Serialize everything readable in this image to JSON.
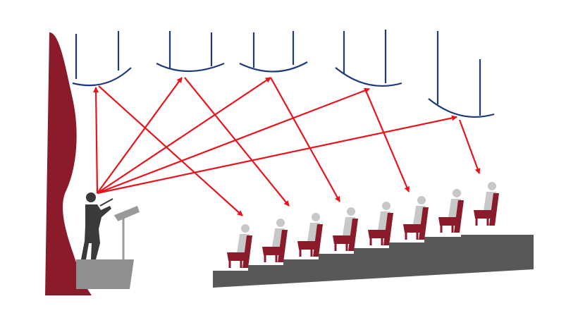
{
  "diagram": {
    "subject": "concert-hall-acoustic-reflections",
    "colors": {
      "background": "#ffffff",
      "curtain": "#8b1a2b",
      "reflector": "#1f3a78",
      "sound_ray": "#e8141c",
      "conductor": "#3a3a3a",
      "stage_platform": "#8f8f8f",
      "risers": "#585858",
      "seat": "#8b1a2b",
      "audience": "#c8c8c8"
    },
    "counts": {
      "reflectors": 5,
      "seats": 8,
      "sound_rays": 10
    }
  }
}
